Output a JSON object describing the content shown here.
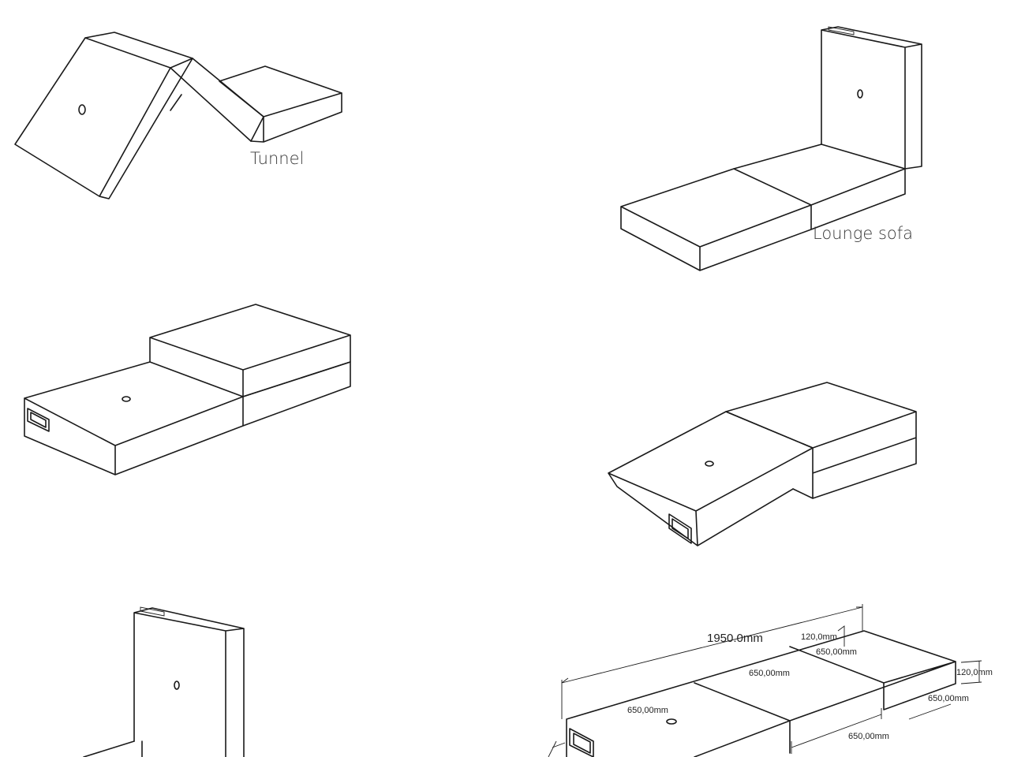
{
  "captions": {
    "tunnel": "Tunnel",
    "lounge_sofa": "Lounge sofa"
  },
  "dimensions": {
    "total_length": "1950.0mm",
    "thickness_top": "120,0mm",
    "thickness_right": "120,0mm",
    "segment_top_right": "650,00mm",
    "segment_top_middle": "650,00mm",
    "segment_top_left": "650,00mm",
    "width_right": "650,00mm",
    "segment_front": "650,00mm"
  },
  "colors": {
    "line": "#1a1a1a",
    "caption": "#3a3a3a",
    "background": "#ffffff"
  }
}
